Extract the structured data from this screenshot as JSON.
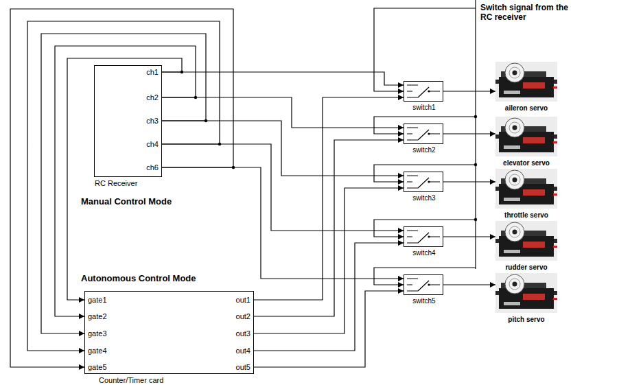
{
  "diagram": {
    "nodes": [
      {
        "text": [
          "ch1",
          "ch2",
          "ch3",
          "ch4",
          "ch6",
          "RC Receiver"
        ]
      },
      {
        "text": [
          "gate1",
          "gate2",
          "gate3",
          "gate4",
          "gate5",
          "out1",
          "out2",
          "out3",
          "out4",
          "out5",
          "Counter/Timer card"
        ]
      },
      {
        "text": [
          "switch1"
        ]
      },
      {
        "text": [
          "switch2"
        ]
      },
      {
        "text": [
          "switch3"
        ]
      },
      {
        "text": [
          "switch4"
        ]
      },
      {
        "text": [
          "switch5"
        ]
      },
      {
        "text": [
          "aileron servo"
        ]
      },
      {
        "text": [
          "elevator servo"
        ]
      },
      {
        "text": [
          "throttle servo"
        ]
      },
      {
        "text": [
          "rudder servo"
        ]
      },
      {
        "text": [
          "pitch servo"
        ]
      }
    ],
    "edges": [
      {
        "from": 0,
        "to": 2,
        "arrow": "to"
      },
      {
        "from": 0,
        "to": 3,
        "arrow": "to"
      },
      {
        "from": 0,
        "to": 4,
        "arrow": "to"
      },
      {
        "from": 0,
        "to": 5,
        "arrow": "to"
      },
      {
        "from": 0,
        "to": 6,
        "arrow": "to"
      },
      {
        "from": 1,
        "to": 2,
        "arrow": "to"
      },
      {
        "from": 1,
        "to": 3,
        "arrow": "to"
      },
      {
        "from": 1,
        "to": 4,
        "arrow": "to"
      },
      {
        "from": 1,
        "to": 5,
        "arrow": "to"
      },
      {
        "from": 1,
        "to": 6,
        "arrow": "to"
      },
      {
        "from": 2,
        "to": 7,
        "arrow": "to"
      },
      {
        "from": 3,
        "to": 8,
        "arrow": "to"
      },
      {
        "from": 4,
        "to": 9,
        "arrow": "to"
      },
      {
        "from": 5,
        "to": 10,
        "arrow": "to"
      },
      {
        "from": 6,
        "to": 11,
        "arrow": "to"
      },
      {
        "from": 0,
        "to": 1,
        "arrow": "to"
      },
      {
        "from": 0,
        "to": 1,
        "arrow": "to"
      },
      {
        "from": 0,
        "to": 1,
        "arrow": "to"
      },
      {
        "from": 0,
        "to": 1,
        "arrow": "to"
      },
      {
        "from": 0,
        "to": 1,
        "arrow": "to"
      }
    ],
    "labels": [
      "Switch signal from the RC receiver",
      "Manual Control Mode",
      "Autonomous Control Mode"
    ]
  }
}
